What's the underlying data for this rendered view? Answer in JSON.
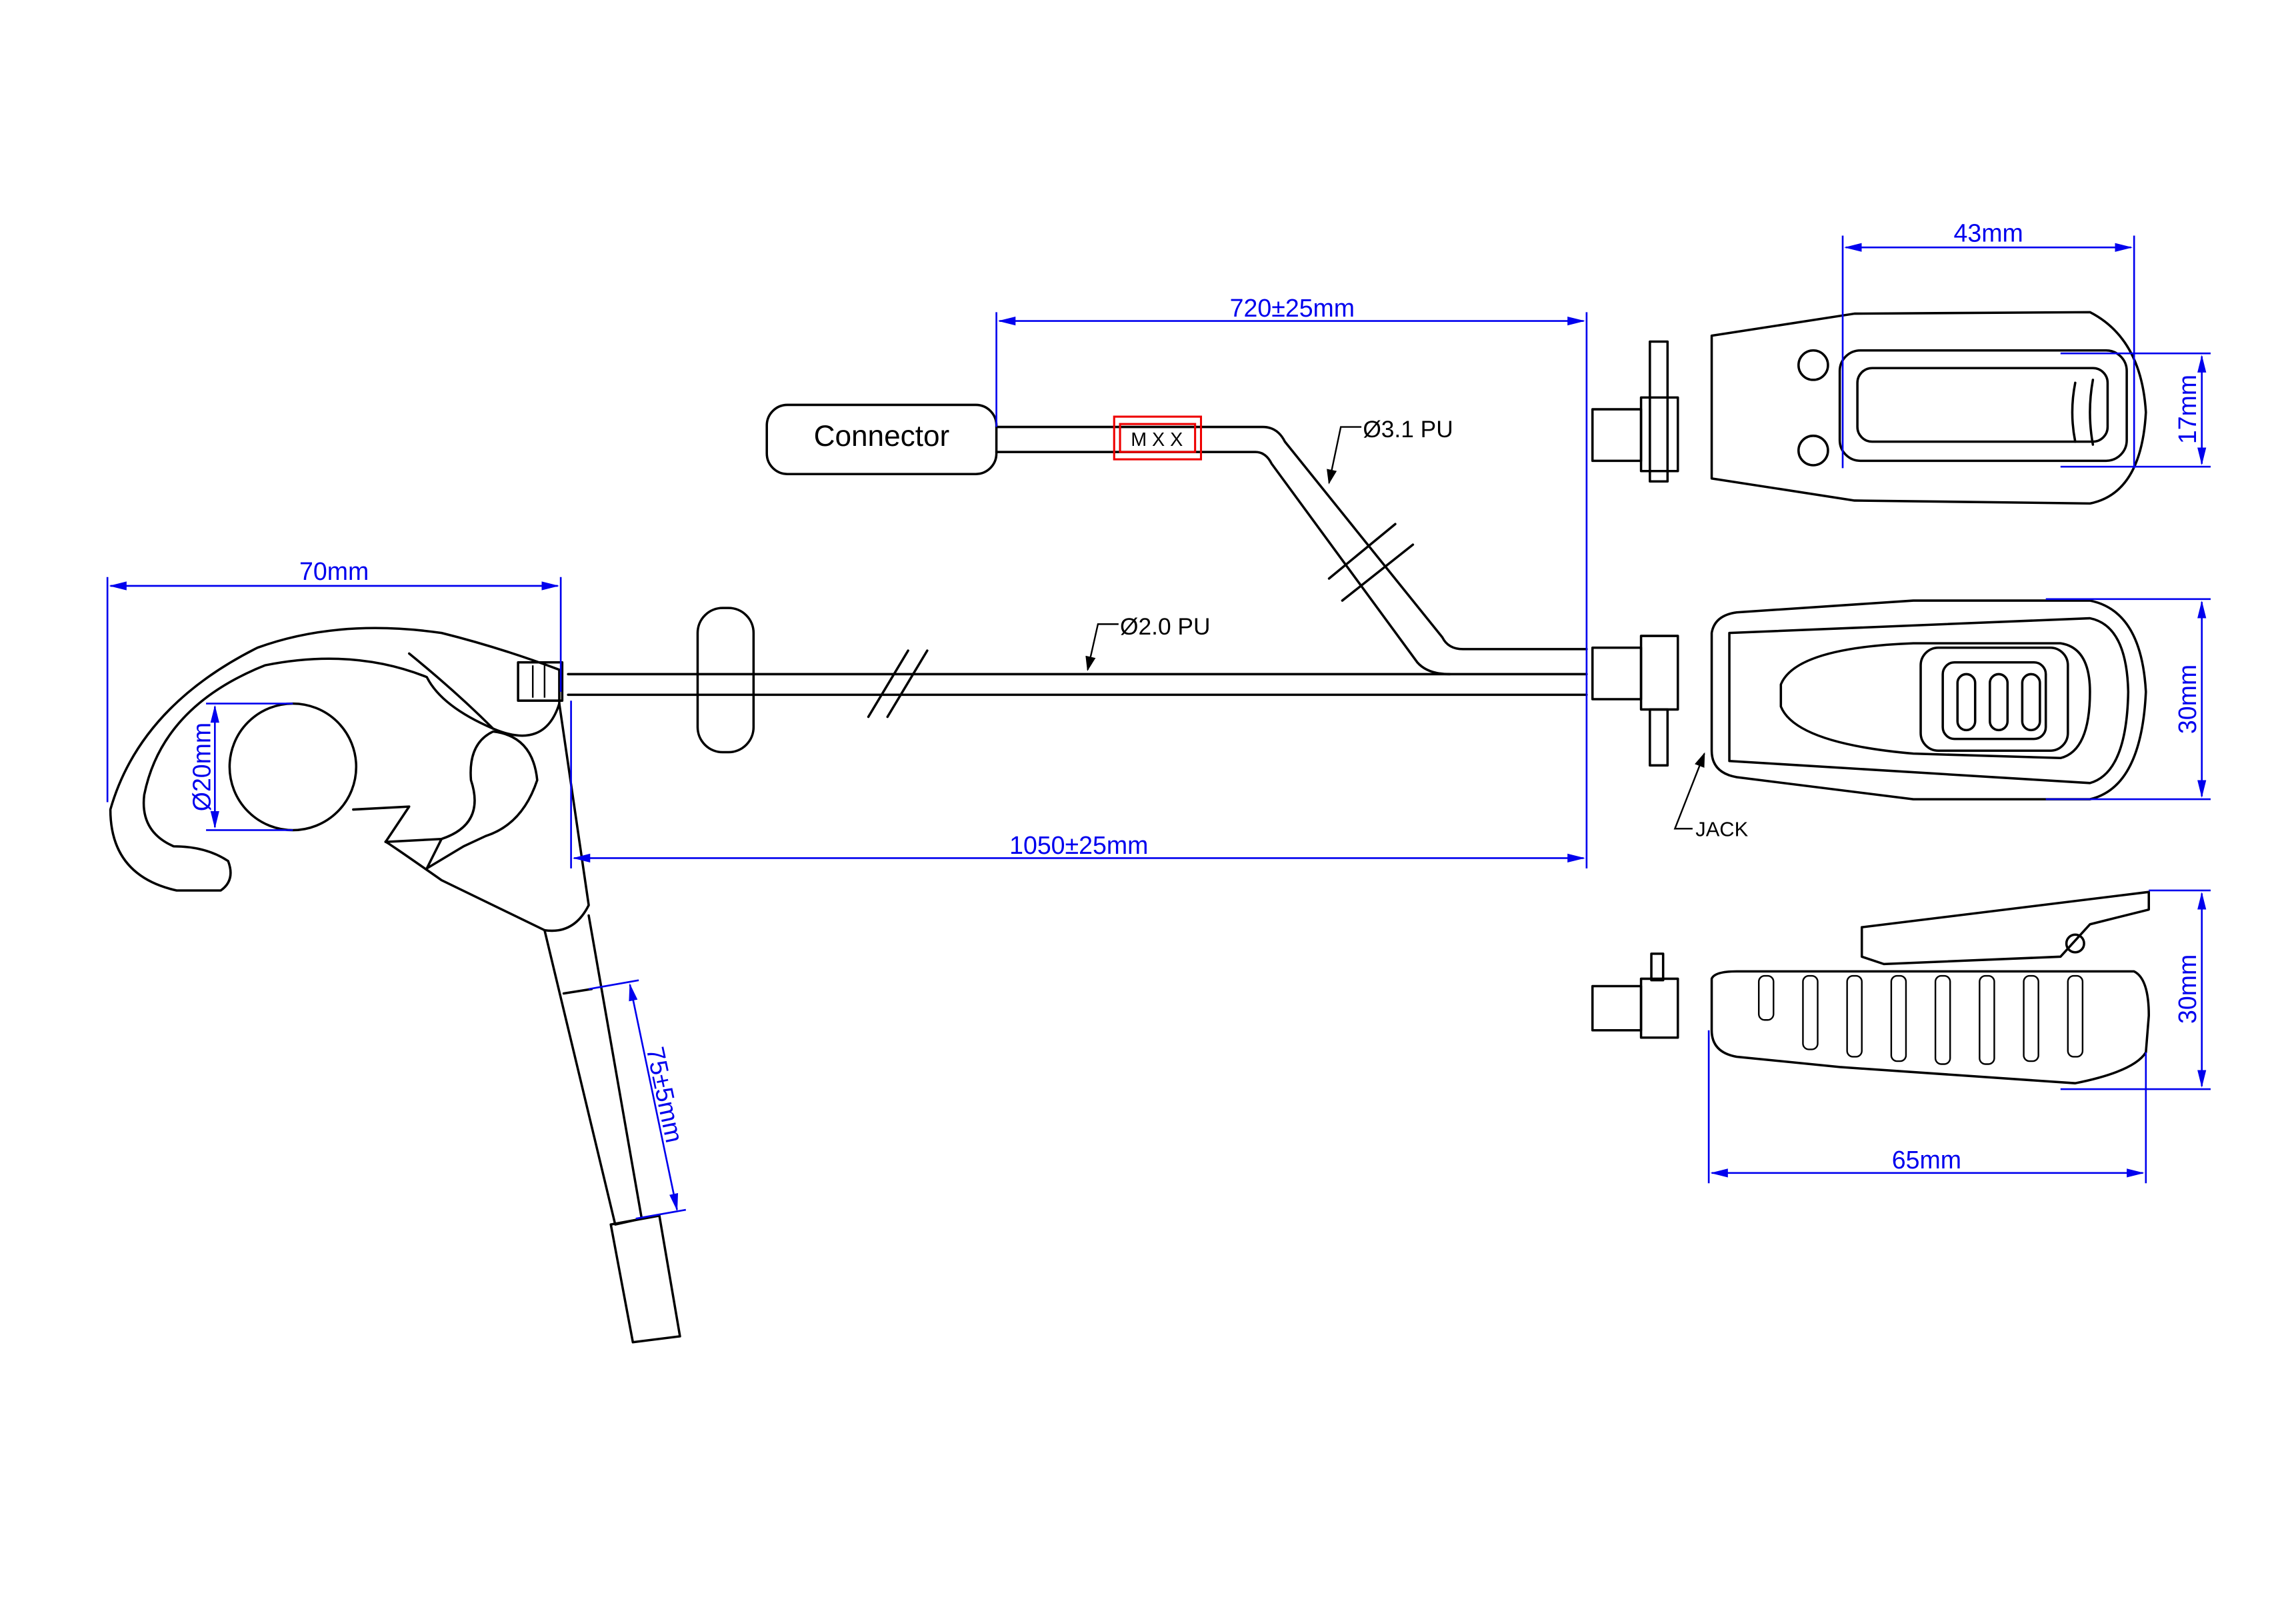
{
  "labels": {
    "connector": "Connector",
    "marker": "M X X",
    "cable_upper": "Ø3.1 PU",
    "cable_lower": "Ø2.0 PU",
    "jack": "JACK"
  },
  "dimensions": {
    "upper_cable_length": "720±25mm",
    "lower_cable_length": "1050±25mm",
    "earhook_width": "70mm",
    "earpiece_diameter": "Ø20mm",
    "boom_length": "75±5mm",
    "ptt_clip_width": "43mm",
    "clip_height": "17mm",
    "ptt_front_height": "30mm",
    "ptt_side_height": "30mm",
    "ptt_length": "65mm"
  },
  "colors": {
    "dimension": "#0000ee",
    "marker": "#ee0000",
    "outline": "#000000"
  }
}
